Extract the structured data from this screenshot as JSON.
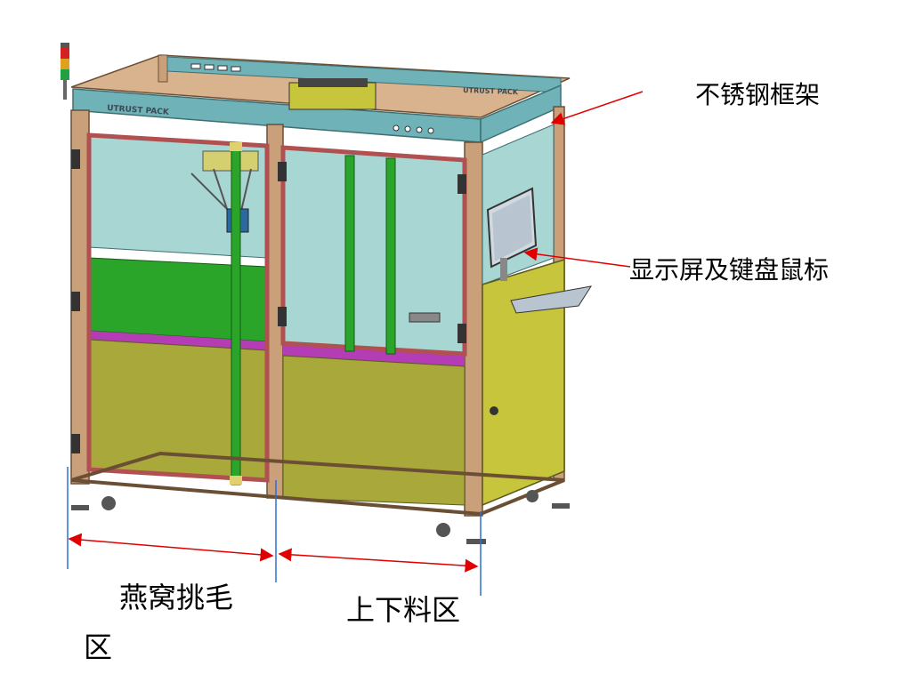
{
  "labels": {
    "frame": "不锈钢框架",
    "monitor": "显示屏及键盘鼠标",
    "zone_a_line1": "燕窝挑毛",
    "zone_a_line2": "区",
    "zone_b": "上下料区"
  },
  "machine": {
    "brand_left": "UTRUST PACK",
    "brand_right": "UTRUST PACK"
  },
  "colors": {
    "frame": "#c9a07a",
    "frame_dark": "#8a6a4a",
    "top_panel": "#6fb3b8",
    "glass": "#a8d6d2",
    "green_guard": "#2aa52a",
    "olive_panel": "#a9a83b",
    "magenta_strip": "#b43cb4",
    "cabinet": "#c6c53c",
    "annotation_red": "#e00000",
    "annotation_blue": "#2b6fd6"
  }
}
